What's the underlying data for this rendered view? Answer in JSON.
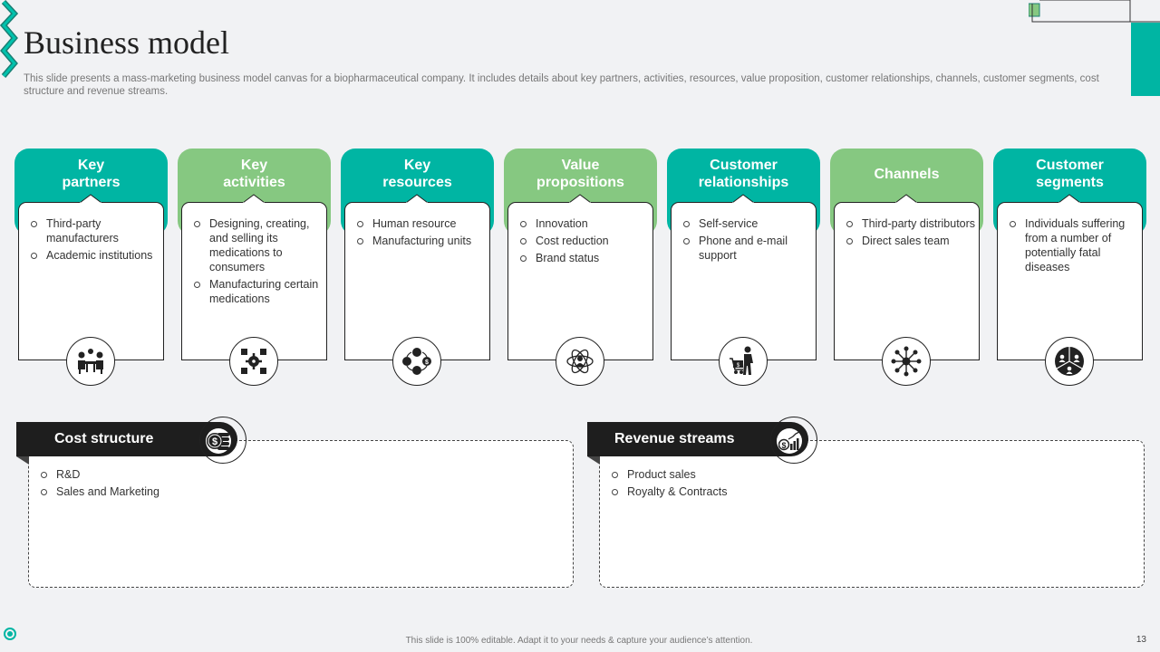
{
  "slide": {
    "title": "Business model",
    "subtitle": "This slide presents a mass-marketing business model canvas for a biopharmaceutical company. It includes details about key partners, activities, resources, value proposition, customer relationships, channels, customer segments, cost structure and revenue streams.",
    "footer": "This slide is 100% editable.  Adapt it to your needs & capture your audience’s attention.",
    "page_number": "13"
  },
  "colors": {
    "teal": "#00b5a3",
    "green": "#86c881",
    "dark": "#1e1e1e"
  },
  "cards": [
    {
      "title": "Key\npartners",
      "color": "teal",
      "icon": "meeting-table-icon",
      "items": [
        "Third-party manufacturers",
        "Academic institutions"
      ]
    },
    {
      "title": "Key\nactivities",
      "color": "green",
      "icon": "workflow-gear-icon",
      "items": [
        "Designing, creating, and selling its medications to consumers",
        "Manufacturing certain medications"
      ]
    },
    {
      "title": "Key\nresources",
      "color": "teal",
      "icon": "resource-network-icon",
      "items": [
        "Human resource",
        "Manufacturing units"
      ]
    },
    {
      "title": "Value\npropositions",
      "color": "green",
      "icon": "atom-person-icon",
      "items": [
        "Innovation",
        "Cost reduction",
        "Brand status"
      ]
    },
    {
      "title": "Customer\nrelationships",
      "color": "teal",
      "icon": "shopping-cart-person-icon",
      "items": [
        "Self-service",
        "Phone and e-mail support"
      ]
    },
    {
      "title": "Channels",
      "color": "green",
      "icon": "hub-network-icon",
      "items": [
        "Third-party distributors",
        "Direct sales team"
      ]
    },
    {
      "title": "Customer\nsegments",
      "color": "teal",
      "icon": "user-group-shield-icon",
      "items": [
        "Individuals suffering from a number of potentially fatal diseases"
      ]
    }
  ],
  "cost_structure": {
    "label": "Cost structure",
    "icon": "dollar-coins-icon",
    "items": [
      "R&D",
      "Sales and Marketing"
    ]
  },
  "revenue_streams": {
    "label": "Revenue streams",
    "icon": "revenue-growth-icon",
    "items": [
      "Product sales",
      "Royalty & Contracts"
    ]
  }
}
